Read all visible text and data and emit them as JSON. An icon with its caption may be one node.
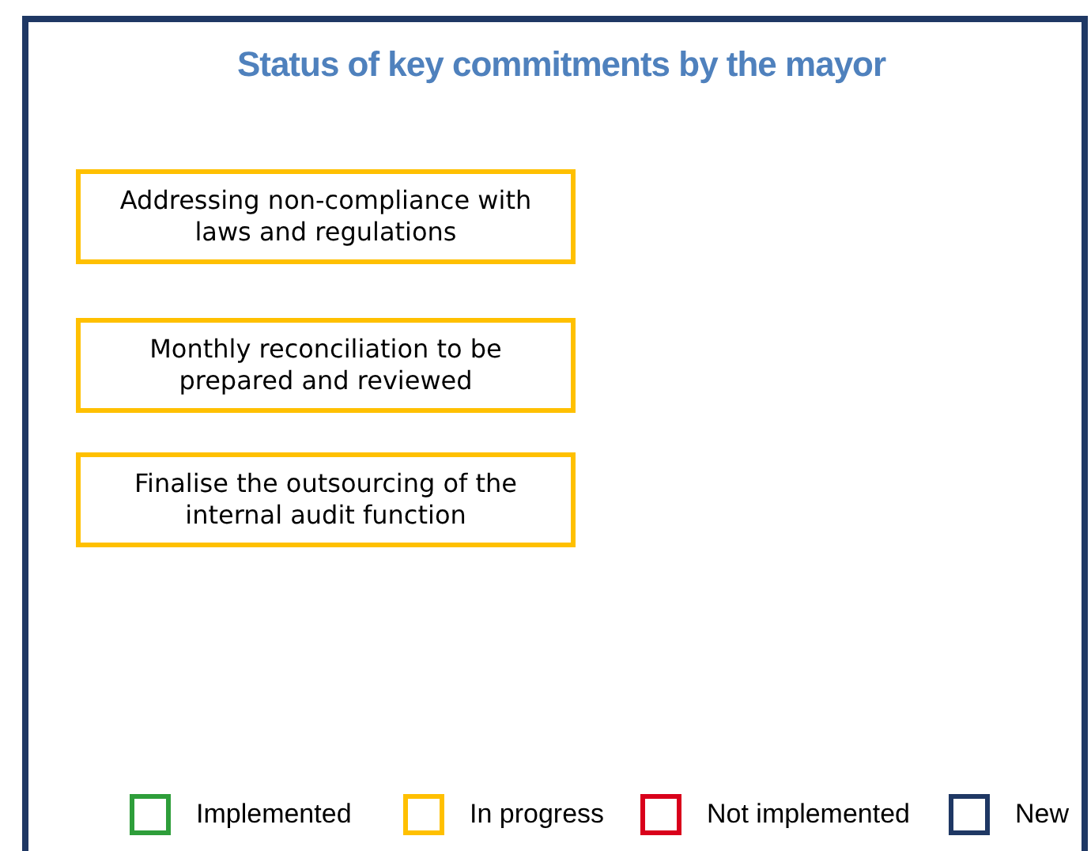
{
  "diagram": {
    "title": "Status of key commitments by the mayor",
    "nodes": [
      {
        "text": [
          "Addressing non-compliance with laws and regulations"
        ]
      },
      {
        "text": [
          "Monthly reconciliation to be prepared and reviewed"
        ]
      },
      {
        "text": [
          "Finalise the outsourcing of the internal audit function"
        ]
      }
    ],
    "legend": [
      {
        "text": "Implemented",
        "color": "#2e9e3a"
      },
      {
        "text": "In progress",
        "color": "#ffc000"
      },
      {
        "text": "Not implemented",
        "color": "#d9001b"
      },
      {
        "text": "New",
        "color": "#1f3864"
      }
    ]
  }
}
